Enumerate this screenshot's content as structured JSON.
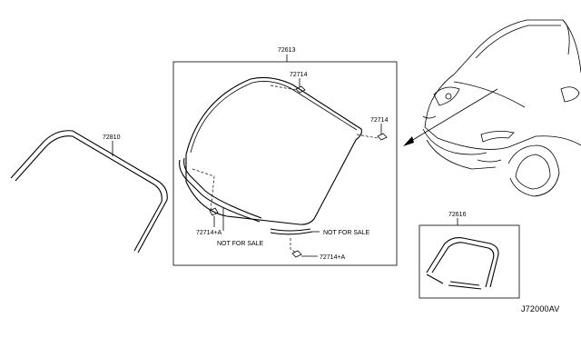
{
  "parts": {
    "moulding": "72810",
    "windshield": "72613",
    "clip_upper": "72714",
    "clip_right": "72714",
    "clip_a_left": "72714+A",
    "clip_a_bottom": "72714+A",
    "seal_kit": "72616"
  },
  "notes": {
    "not_for_sale_left": "NOT FOR SALE",
    "not_for_sale_right": "NOT FOR SALE"
  },
  "diagram_code": "J72000AV"
}
